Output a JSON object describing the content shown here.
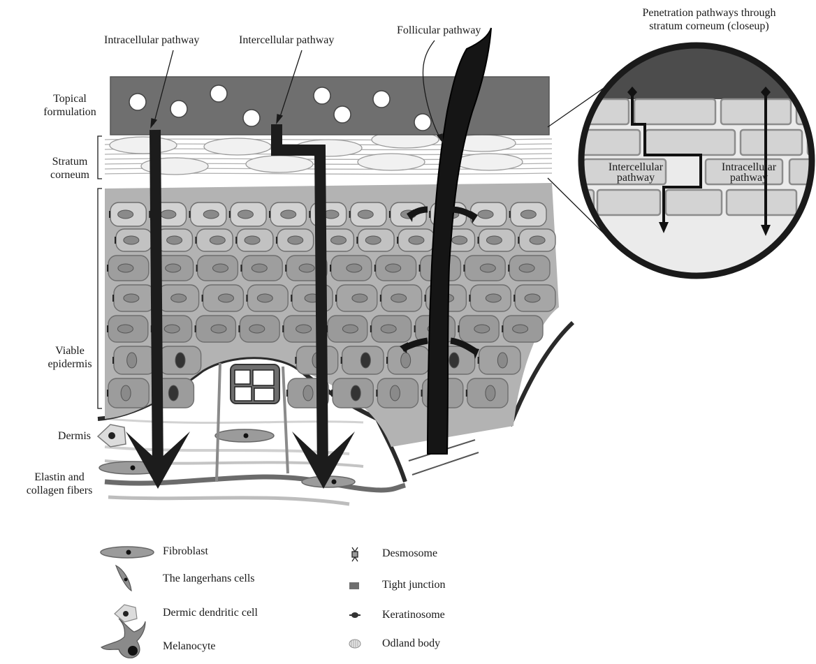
{
  "pathways": {
    "intracellular": "Intracellular pathway",
    "intercellular": "Intercellular pathway",
    "follicular": "Follicular pathway"
  },
  "closeup": {
    "title_line1": "Penetration pathways through",
    "title_line2": "stratum corneum (closeup)",
    "intercellular_line1": "Intercellular",
    "intercellular_line2": "pathway",
    "intracellular_line1": "Intracellular",
    "intracellular_line2": "pathway"
  },
  "layers": {
    "topical_line1": "Topical",
    "topical_line2": "formulation",
    "stratum_line1": "Stratum",
    "stratum_line2": "corneum",
    "viable_line1": "Viable",
    "viable_line2": "epidermis",
    "dermis": "Dermis",
    "elastin_line1": "Elastin and",
    "elastin_line2": "collagen fibers"
  },
  "legend": {
    "fibroblast": "Fibroblast",
    "langerhans": "The langerhans cells",
    "dendritic": "Dermic dendritic cell",
    "melanocyte": "Melanocyte",
    "desmosome": "Desmosome",
    "tight_junction": "Tight junction",
    "keratinosome": "Keratinosome",
    "odland": "Odland body"
  },
  "colors": {
    "formulation": "#6f6f6f",
    "arrow": "#1c1c1c",
    "cell_dark": "#9a9a9a",
    "cell_light": "#c9c9c9",
    "nucleus": "#7a7a7a"
  }
}
